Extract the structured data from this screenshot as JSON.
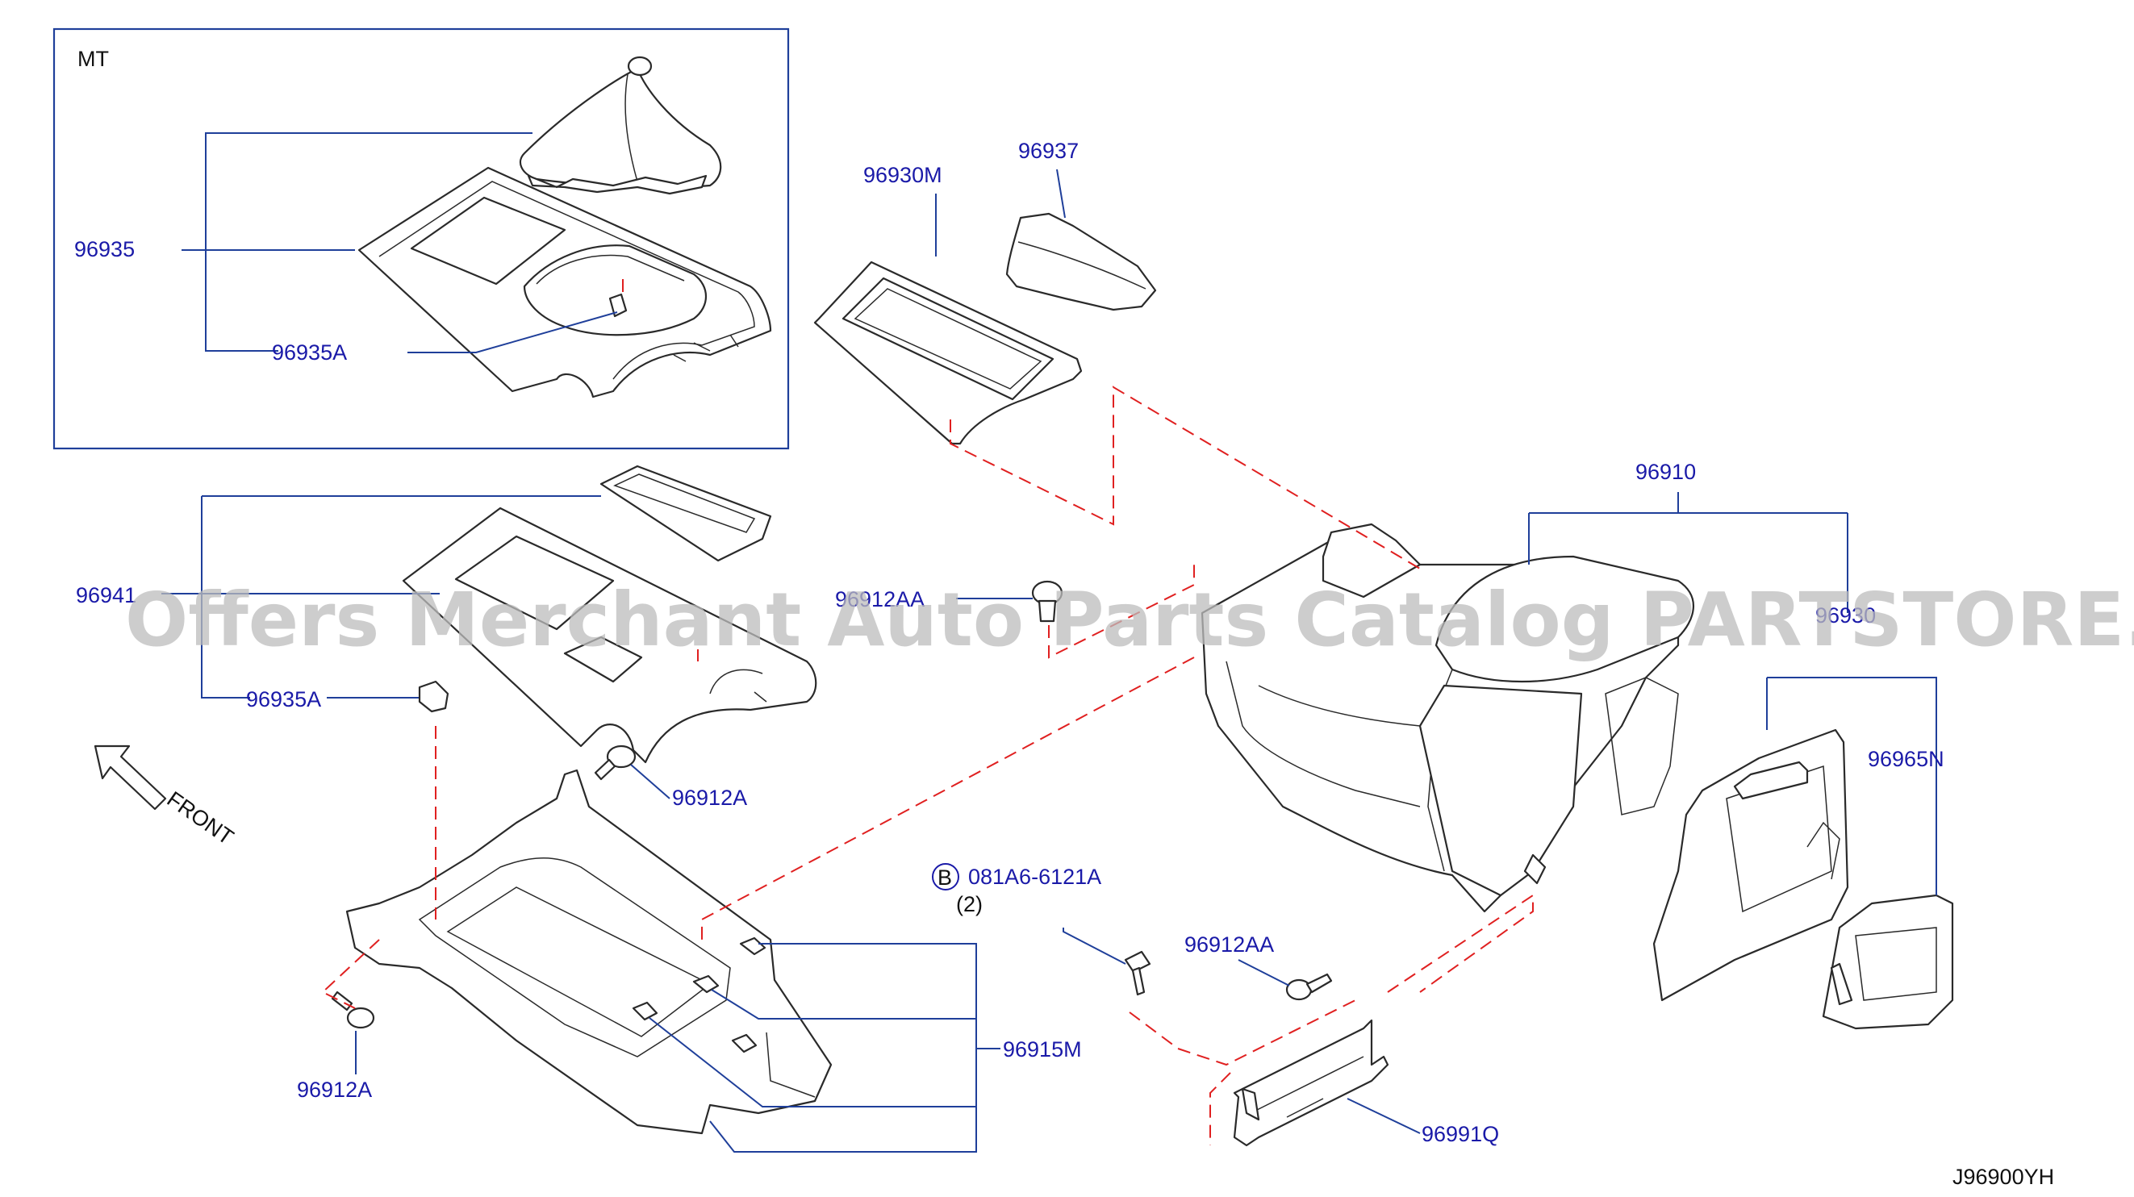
{
  "panel": {
    "label": "MT"
  },
  "callouts": {
    "p96935": "96935",
    "p96935A_top": "96935A",
    "p96930M": "96930M",
    "p96937": "96937",
    "p96941": "96941",
    "p96935A_mid": "96935A",
    "p96912AA_top": "96912AA",
    "p96910": "96910",
    "p96930_partial": "96930",
    "p96965N": "96965N",
    "p96912A_mid": "96912A",
    "p96912A_low": "96912A",
    "p081A6": "081A6-6121A",
    "p081A6_qty": "(2)",
    "p081A6_symbol": "B",
    "p96912AA_low": "96912AA",
    "p96915M": "96915M",
    "p96991Q": "96991Q"
  },
  "front_label": "FRONT",
  "diagram_code": "J96900YH",
  "watermark": "Offers Merchant Auto Parts Catalog PARTSTORE.SA",
  "colors": {
    "callout_text": "#1a1aa8",
    "leader_line": "#1f3f9a",
    "hidden_line": "#e02020",
    "watermark": "#bdbdbd"
  }
}
